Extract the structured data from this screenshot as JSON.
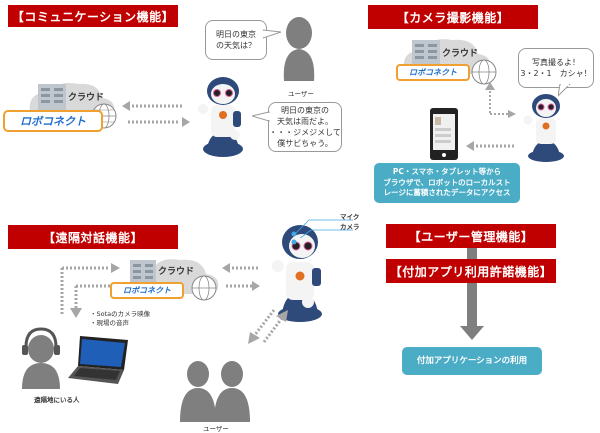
{
  "sections": {
    "communication": {
      "title": "【コミュニケーション機能】",
      "user_bubble": "明日の東京\nの天気は？",
      "robot_bubble": "明日の東京の\n天気は雨だよ。\n・・・ジメジメして\n僕サビちゃう。",
      "user_label": "ユーザー",
      "cloud_label": "クラウド",
      "logo_label": "ロボコネクト"
    },
    "camera": {
      "title": "【カメラ撮影機能】",
      "robot_bubble": "写真撮るよ！\n3・2・1　カシャ！",
      "cloud_label": "クラウド",
      "logo_label": "ロボコネクト",
      "info_box": "PC・スマホ・タブレット等から\nブラウザで、ロボットのローカルスト\nレージに蓄積されたデータにアクセス"
    },
    "remote": {
      "title": "【遠隔対話機能】",
      "cloud_label": "クラウド",
      "logo_label": "ロボコネクト",
      "stream_items": [
        "・Sotaのカメラ映像",
        "・現場の音声"
      ],
      "remote_person_label": "遠隔地にいる人",
      "users_label": "ユーザー",
      "mic_label": "マイク",
      "camera_label": "カメラ"
    },
    "user_management": {
      "title": "【ユーザー管理機能】",
      "addon_title": "【付加アプリ利用許諾機能】",
      "result_box": "付加アプリケーションの利用"
    }
  },
  "colors": {
    "title_red": "#c00000",
    "info_blue": "#4bacc6",
    "person_gray": "#7f7f7f",
    "arrow_gray": "#a6a6a6",
    "robot_navy": "#2e4a7a",
    "logo_blue": "#1f6fd1",
    "logo_orange": "#f0a030"
  }
}
